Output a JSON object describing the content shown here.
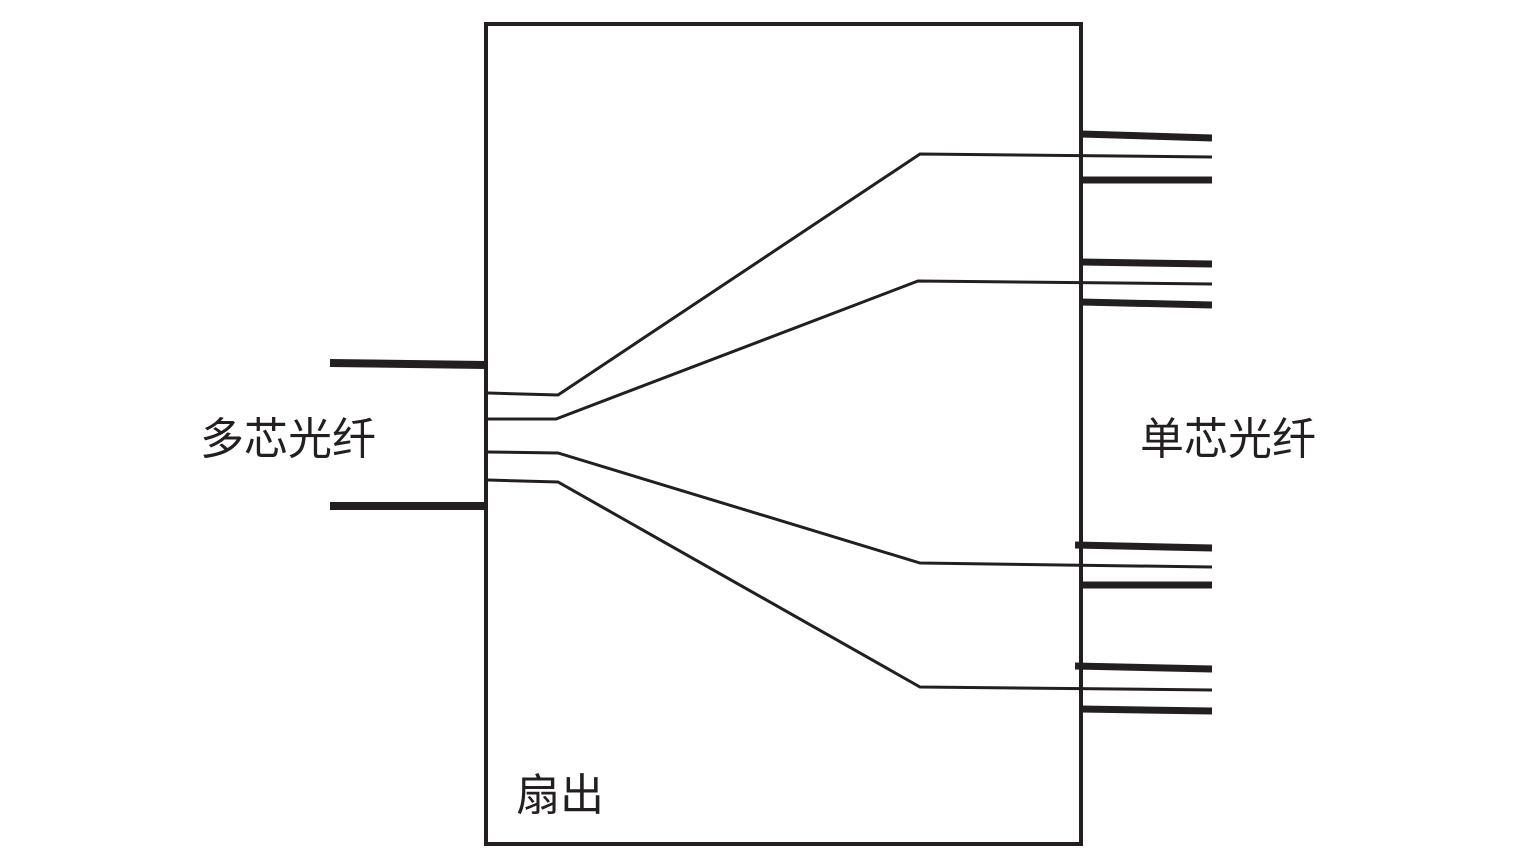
{
  "labels": {
    "left": "多芯光纤",
    "right": "单芯光纤",
    "box": "扇出"
  },
  "colors": {
    "line": "#231f20",
    "background": "#ffffff"
  }
}
